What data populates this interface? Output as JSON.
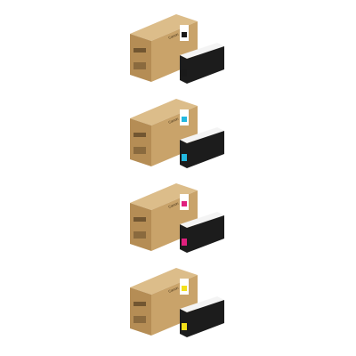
{
  "products": [
    {
      "brand": "Canon",
      "color": "black",
      "accent": "#1a1a1a"
    },
    {
      "brand": "Canon",
      "color": "cyan",
      "accent": "#22b8e0"
    },
    {
      "brand": "Canon",
      "color": "magenta",
      "accent": "#e0207e"
    },
    {
      "brand": "Canon",
      "color": "yellow",
      "accent": "#f3e01a"
    }
  ],
  "colors": {
    "box_front": "#c9a36a",
    "box_top": "#dcbd8a",
    "box_side": "#b58d55",
    "cartridge_body": "#1c1c1c",
    "cartridge_light": "#f4f4f4"
  }
}
